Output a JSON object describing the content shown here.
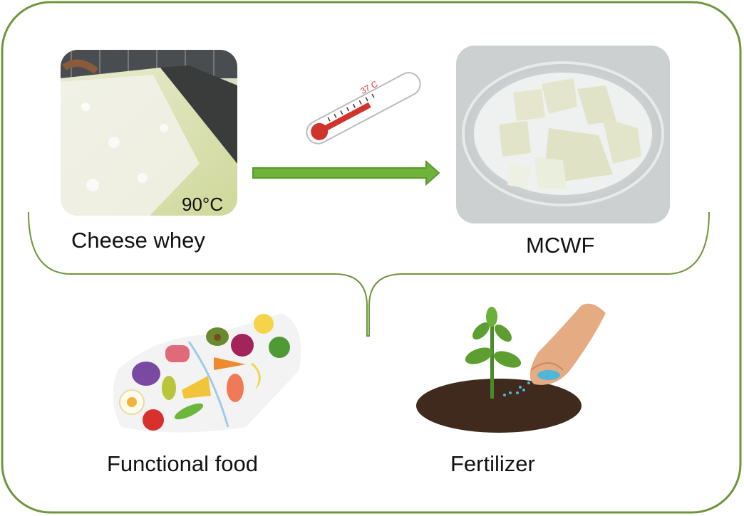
{
  "temperature_label": "90°C",
  "cheese_whey_label": "Cheese whey",
  "mcwf_label": "MCWF",
  "thermometer_label": "37 C",
  "functional_food_label": "Functional food",
  "fertilizer_label": "Fertilizer",
  "colors": {
    "frame": "#6f963c",
    "arrow": "#6fb33a",
    "arrow_border": "#5a9a2a",
    "thermometer_red": "#d0342c",
    "soil": "#3f2a1d",
    "leaf": "#5c9e2f",
    "granules": "#4fb7d8"
  }
}
